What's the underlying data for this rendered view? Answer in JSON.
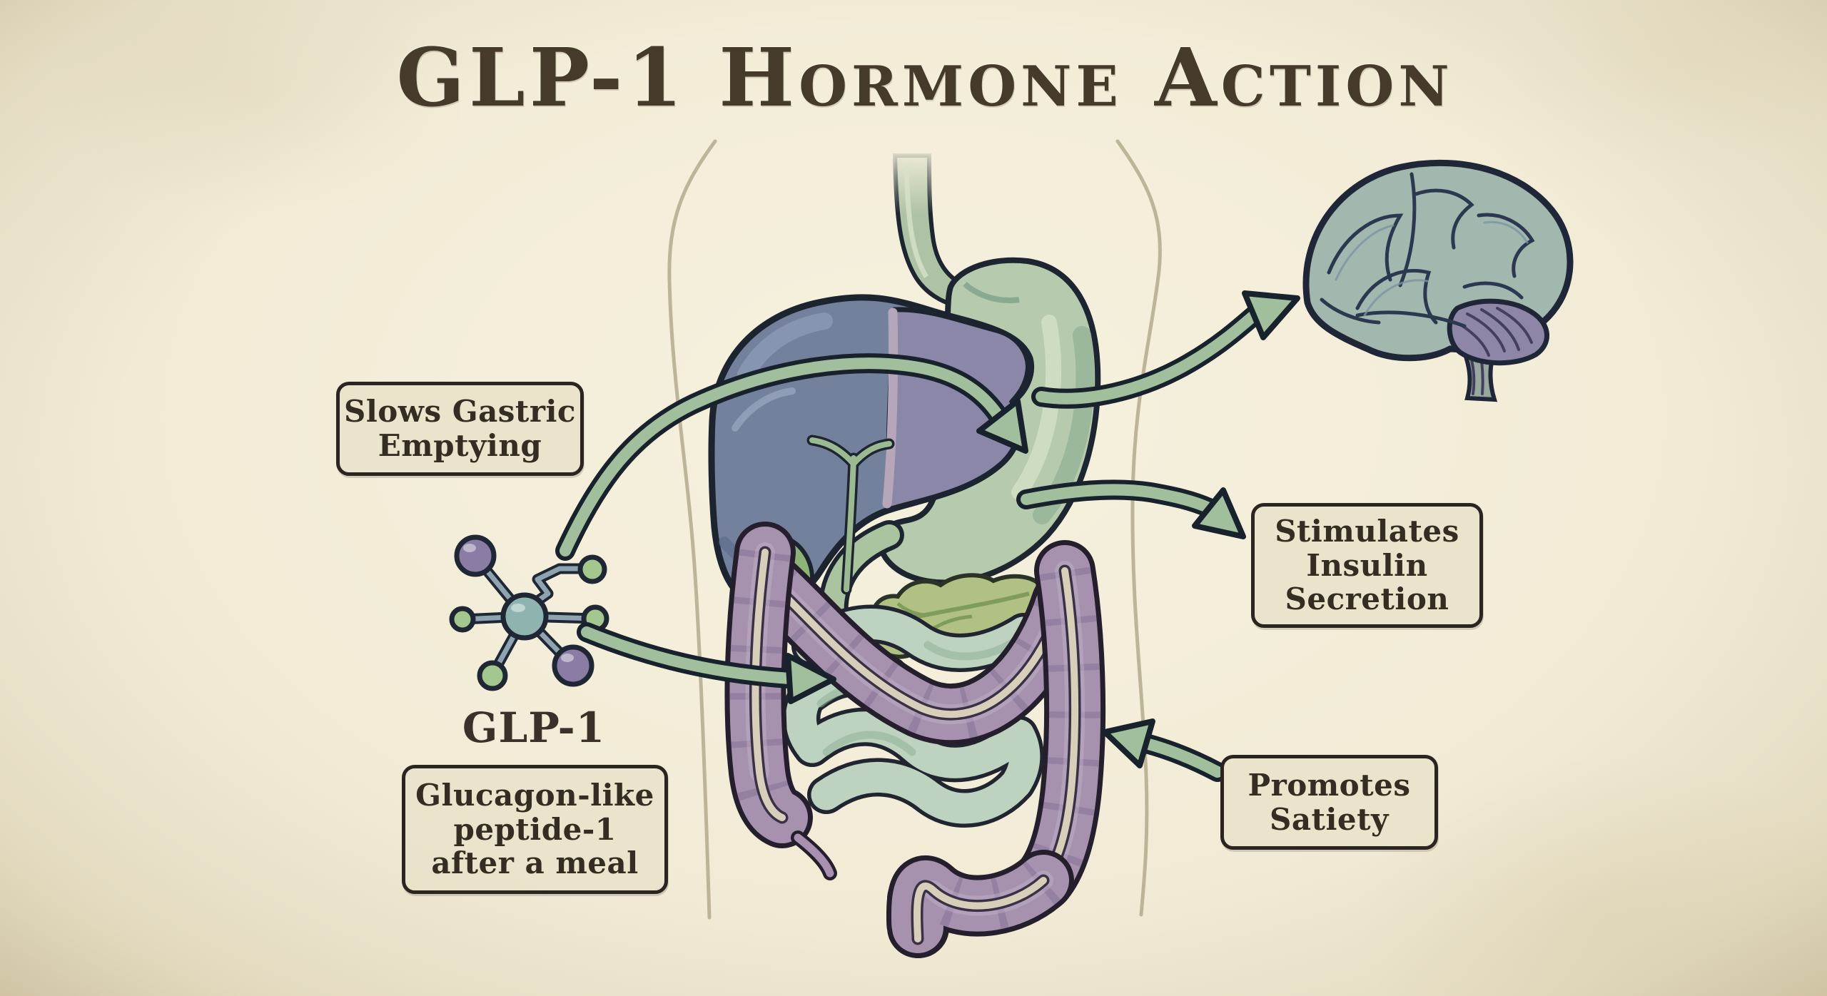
{
  "title": "GLP-1 Hormone Action",
  "labels": {
    "slows_gastric": "Slows Gastric\nEmptying",
    "stimulates_insulin": "Stimulates\nInsulin\nSecretion",
    "promotes_satiety": "Promotes\nSatiety",
    "glp1_full": "Glucagon-like\npeptide-1\nafter a meal",
    "molecule": "GLP-1"
  },
  "figure": {
    "description": "Stylized anatomical illustration showing GLP-1 hormone effects on digestive organs and brain",
    "organs": [
      "brain",
      "liver",
      "stomach",
      "esophagus",
      "gallbladder",
      "pancreas",
      "duodenum",
      "small-intestine",
      "large-intestine",
      "rectum",
      "appendix",
      "glp1-molecule"
    ],
    "arrows": [
      "glp1-to-stomach",
      "stomach-to-brain",
      "pancreas-to-insulin-label",
      "glp1-to-small-intestine",
      "satiety-label-to-colon"
    ]
  },
  "colors": {
    "background": "#f2ecd7",
    "box_fill": "#e9e4cb",
    "box_border": "#2a2520",
    "title_text": "#463a2b",
    "label_text": "#342d22",
    "arrow_green": "#a2bf9d",
    "arrow_outline": "#17222d",
    "liver": "#74819d",
    "liver_right_lobe": "#8a87a8",
    "stomach": "#b6caae",
    "pancreas": "#b1c083",
    "small_intestine": "#bed3bf",
    "large_intestine": "#a692ae",
    "brain": "#a2b7ad",
    "cerebellum": "#8e86a6",
    "molecule_center": "#8fb3ae",
    "molecule_purple": "#8b7ca6",
    "molecule_green": "#a3c78e",
    "body_outline": "#b7ae91"
  }
}
